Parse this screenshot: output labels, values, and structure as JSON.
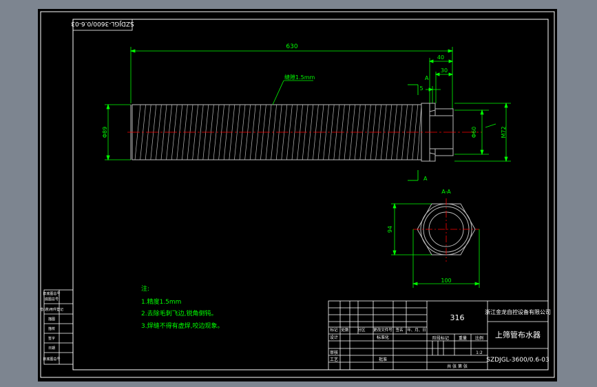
{
  "drawing_number_rotated": "SZDJGL-3600/0.6-03",
  "dimensions": {
    "overall_length": "630",
    "flange_offset": "40",
    "flange_width": "30",
    "gap": "5",
    "left_diameter": "Φ89",
    "right_diameter": "Φ60",
    "thread_m": "M72",
    "hex_height": "94",
    "hex_width": "100"
  },
  "callouts": {
    "slot": "缝隙1.5mm",
    "section_a_top": "A",
    "section_a_bottom": "A",
    "section_view": "A-A"
  },
  "notes": {
    "heading": "注:",
    "items": [
      "1.精度1.5mm",
      "2.去除毛刺飞边,锐角倒钝。",
      "3.焊缝不得有虚焊,咬边现象。"
    ]
  },
  "title_block": {
    "material": "316",
    "company": "浙江金龙自控设备有限公司",
    "part_name": "上筛管布水器",
    "drawing_number": "SZDJGL-3600/0.6-03",
    "scale": "1:2",
    "rev_headers": [
      "标记",
      "处数",
      "分区",
      "更改文件号",
      "签名",
      "年、月、日"
    ],
    "design_row": [
      "设计",
      "",
      "",
      "标准化"
    ],
    "col_headers": [
      "阶段标记",
      "重量",
      "比例"
    ],
    "left_labels": [
      "审核",
      "工艺"
    ],
    "approve": "批准",
    "sheet": "共   张   第   张"
  },
  "side_block": {
    "rows": [
      "旧底图总号",
      "底图总号",
      "借(通)用件登记",
      "描图",
      "描校",
      "签字",
      "日期",
      "旧底图总号"
    ]
  },
  "colors": {
    "background": "#7d8590",
    "sheet": "#000000",
    "frame": "#ffffff",
    "dimension": "#00ff00",
    "centerline": "#ff0000",
    "body": "#c8c8c8",
    "note": "#00ff00"
  }
}
